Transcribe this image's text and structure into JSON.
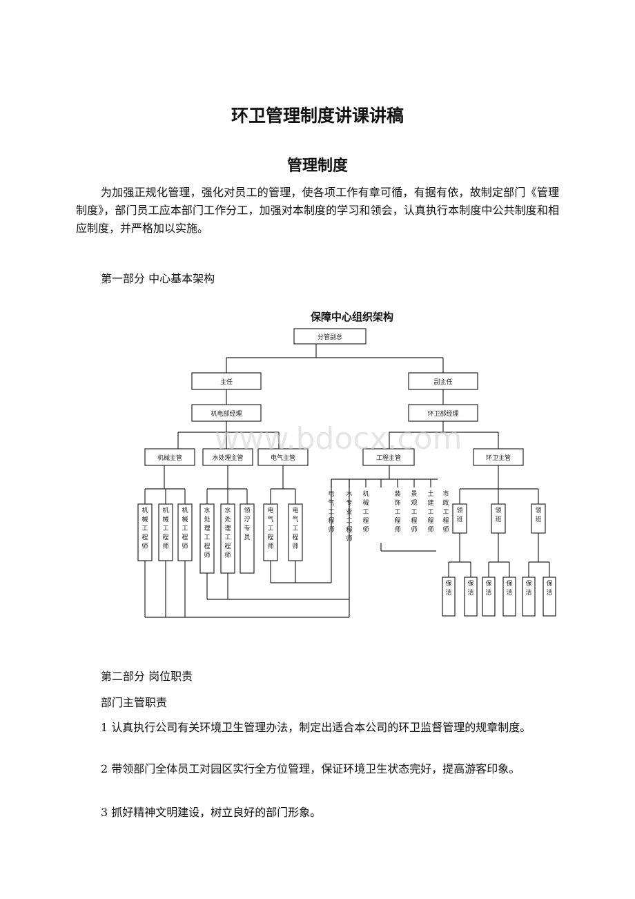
{
  "doc": {
    "title": "环卫管理制度讲课讲稿",
    "subtitle": "管理制度",
    "intro": "为加强正规化管理，强化对员工的管理，使各项工作有章可循，有据有依，故制定部门《管理制度》，部门员工应本部门工作分工，加强对本制度的学习和领会，认真执行本制度中公共制度和相应制度，并严格加以实施。",
    "part1": "第一部分 中心基本架构",
    "part2": "第二部分 岗位职责",
    "section": "部门主管职责",
    "items": [
      "1 认真执行公司有关环境卫生管理办法，制定出适合本公司的环卫监督管理的规章制度。",
      "2 带领部门全体员工对园区实行全方位管理，保证环境卫生状态完好，提高游客印象。",
      "3 抓好精神文明建设，树立良好的部门形象。"
    ]
  },
  "org": {
    "title": "保障中心组织架构",
    "watermark": "www.bdocx.com",
    "top": "分管副总",
    "director": "主任",
    "vice_director": "副主任",
    "mep_manager": "机电部经理",
    "env_manager": "环卫部经理",
    "mech_super": "机械主管",
    "water_super": "水处理主管",
    "elec_super": "电气主管",
    "eng_super": "工程主管",
    "env_super": "环卫主管",
    "mech_eng": [
      "机械工程师",
      "机械工程师",
      "机械工程师"
    ],
    "water_staff": [
      "水处理工程师",
      "水处理工程师",
      "领泞专员"
    ],
    "elec_eng": [
      "电气工程师",
      "电气工程师"
    ],
    "eng_left": [
      "电气工程师",
      "水专业工程师",
      "机械工程师"
    ],
    "eng_right": [
      "装饰工程师",
      "景观工程师",
      "土建工程师",
      "市政工程师"
    ],
    "leaders": [
      "领班",
      "领班",
      "领班"
    ],
    "cleaners": [
      "保洁",
      "保洁",
      "保洁",
      "保洁",
      "保洁",
      "保洁"
    ]
  }
}
